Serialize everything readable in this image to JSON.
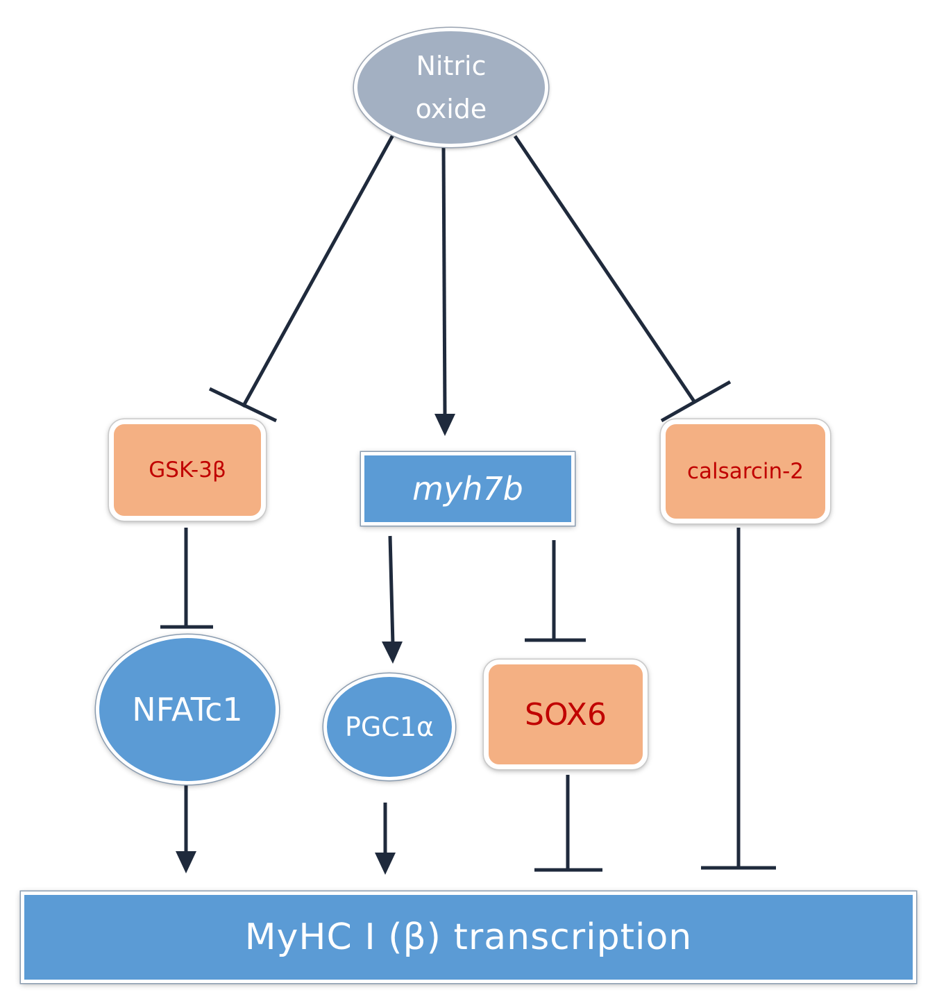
{
  "nodes": {
    "nitric_oxide": {
      "line1": "Nitric",
      "line2": "oxide"
    },
    "gsk3b": "GSK-3β",
    "myh7b": "myh7b",
    "calsarcin2": "calsarcin-2",
    "nfatc1": "NFATc1",
    "pgc1a": "PGC1α",
    "sox6": "SOX6",
    "myhc_transcription": "MyHC I (β) transcription"
  },
  "edges": [
    {
      "from": "Nitric oxide",
      "to": "GSK-3β",
      "type": "inhibit"
    },
    {
      "from": "Nitric oxide",
      "to": "myh7b",
      "type": "activate"
    },
    {
      "from": "Nitric oxide",
      "to": "calsarcin-2",
      "type": "inhibit"
    },
    {
      "from": "GSK-3β",
      "to": "NFATc1",
      "type": "inhibit"
    },
    {
      "from": "myh7b",
      "to": "PGC1α",
      "type": "activate"
    },
    {
      "from": "myh7b",
      "to": "SOX6",
      "type": "inhibit"
    },
    {
      "from": "NFATc1",
      "to": "MyHC I (β) transcription",
      "type": "activate"
    },
    {
      "from": "PGC1α",
      "to": "MyHC I (β) transcription",
      "type": "activate"
    },
    {
      "from": "SOX6",
      "to": "MyHC I (β) transcription",
      "type": "inhibit"
    },
    {
      "from": "calsarcin-2",
      "to": "MyHC I (β) transcription",
      "type": "inhibit"
    }
  ],
  "colors": {
    "nitric_oxide_fill": "#a3b0c2",
    "orange_fill": "#f4b083",
    "orange_text": "#c00000",
    "blue_fill": "#5b9bd5",
    "connector": "#1f2a3c"
  }
}
